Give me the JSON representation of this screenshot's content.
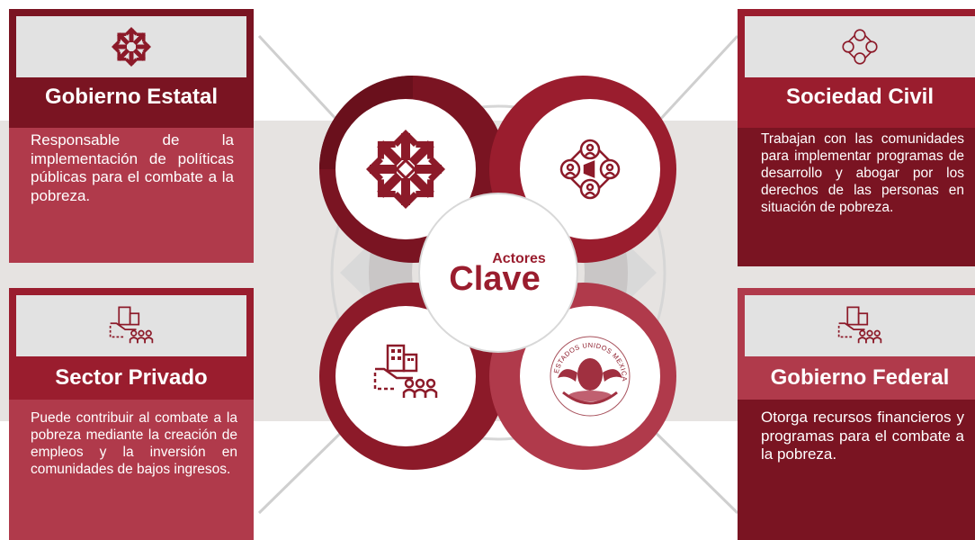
{
  "center": {
    "line1": "Actores",
    "line2": "Clave"
  },
  "cards": {
    "gobierno_estatal": {
      "title": "Gobierno Estatal",
      "text": "Responsable de la implementación de políticas públicas para el combate a la pobreza."
    },
    "sociedad_civil": {
      "title": "Sociedad Civil",
      "text": "Trabajan con las comunidades para implementar programas de desarrollo y abogar por los derechos de las personas en situación de pobreza."
    },
    "sector_privado": {
      "title": "Sector Privado",
      "text": "Puede contribuir al combate a la pobreza mediante la creación de empleos y la inversión en comunidades de bajos ingresos."
    },
    "gobierno_federal": {
      "title": "Gobierno Federal",
      "text": "Otorga recursos financieros y programas para el combate a la pobreza."
    }
  },
  "seal_text": "ESTADOS UNIDOS MEXICANOS",
  "colors": {
    "dark": "#7a1422",
    "mid": "#9a1d2e",
    "light": "#b03a4b",
    "band": "#e6e3e1",
    "icon_bg": "#e2e2e2"
  },
  "icons": [
    "star-emblem-icon",
    "community-network-icon",
    "business-community-icon",
    "mexican-seal-icon"
  ]
}
